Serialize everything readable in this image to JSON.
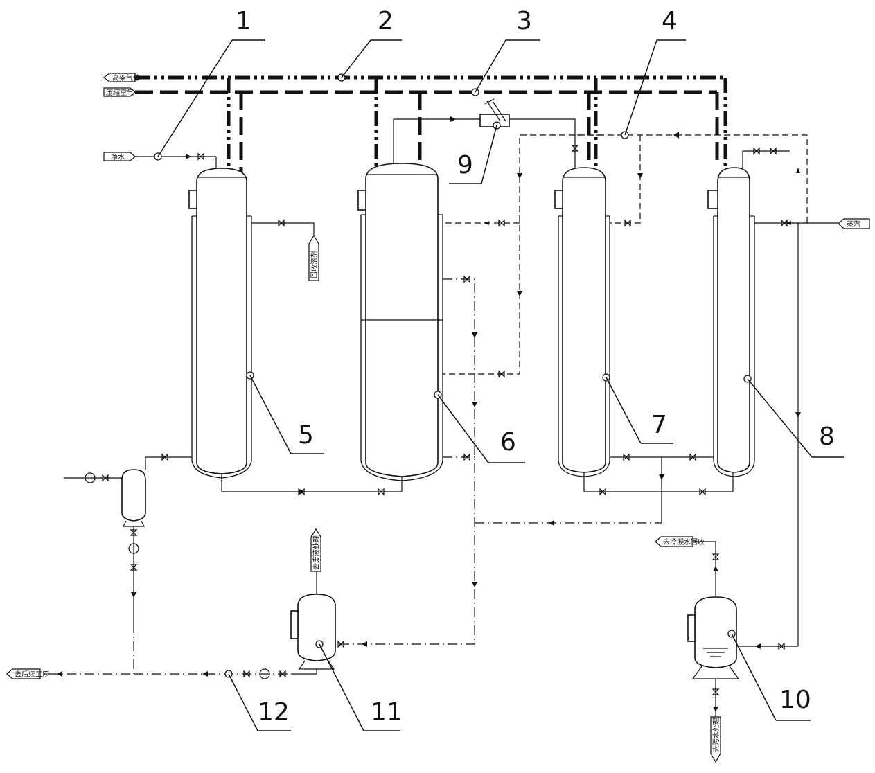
{
  "diagram": {
    "callouts": [
      {
        "id": "1",
        "label": "1"
      },
      {
        "id": "2",
        "label": "2"
      },
      {
        "id": "3",
        "label": "3"
      },
      {
        "id": "4",
        "label": "4"
      },
      {
        "id": "5",
        "label": "5"
      },
      {
        "id": "6",
        "label": "6"
      },
      {
        "id": "7",
        "label": "7"
      },
      {
        "id": "8",
        "label": "8"
      },
      {
        "id": "9",
        "label": "9"
      },
      {
        "id": "10",
        "label": "10"
      },
      {
        "id": "11",
        "label": "11"
      },
      {
        "id": "12",
        "label": "12"
      }
    ],
    "stream_tags": {
      "top_exhaust": "高架气体",
      "compressed_air": "压缩空气",
      "water_in": "净水",
      "steam_in": "蒸汽",
      "tower5_outlet": "回收溶剂",
      "tank11_outlet": "去废液处理",
      "tank10_outlet": "去冷凝水回收",
      "tank10_drain": "去污水处理",
      "left_outlet": "去后续工序"
    }
  }
}
